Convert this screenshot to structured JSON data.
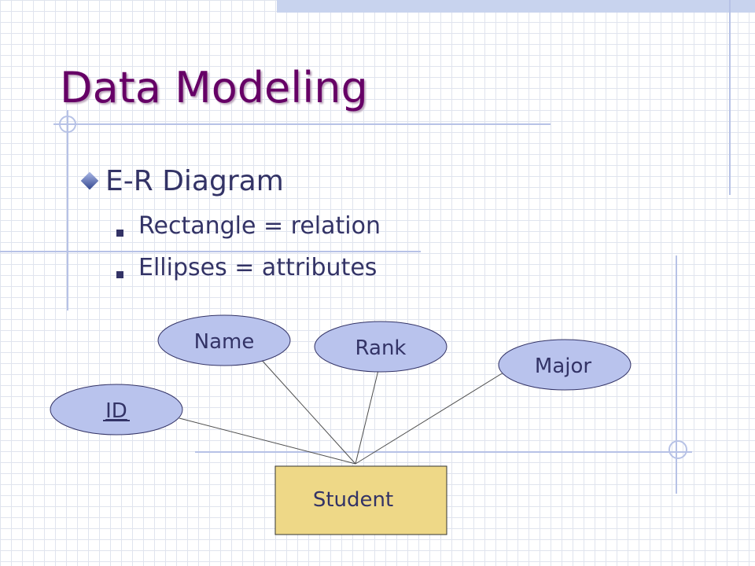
{
  "slide": {
    "title": "Data Modeling",
    "bullet": "E-R Diagram",
    "sub_bullets": [
      "Rectangle = relation",
      "Ellipses = attributes"
    ]
  },
  "diagram": {
    "entity": {
      "label": "Student",
      "fill": "#eed887"
    },
    "attributes": [
      {
        "label": "Name",
        "underlined": false
      },
      {
        "label": "Rank",
        "underlined": false
      },
      {
        "label": "Major",
        "underlined": false
      },
      {
        "label": "ID",
        "underlined": true
      }
    ],
    "ellipse_fill": "#b9c3ed"
  },
  "colors": {
    "title": "#660066",
    "text": "#333366",
    "grid": "#e0e4ee",
    "accent_band": "#c8d3ee"
  }
}
